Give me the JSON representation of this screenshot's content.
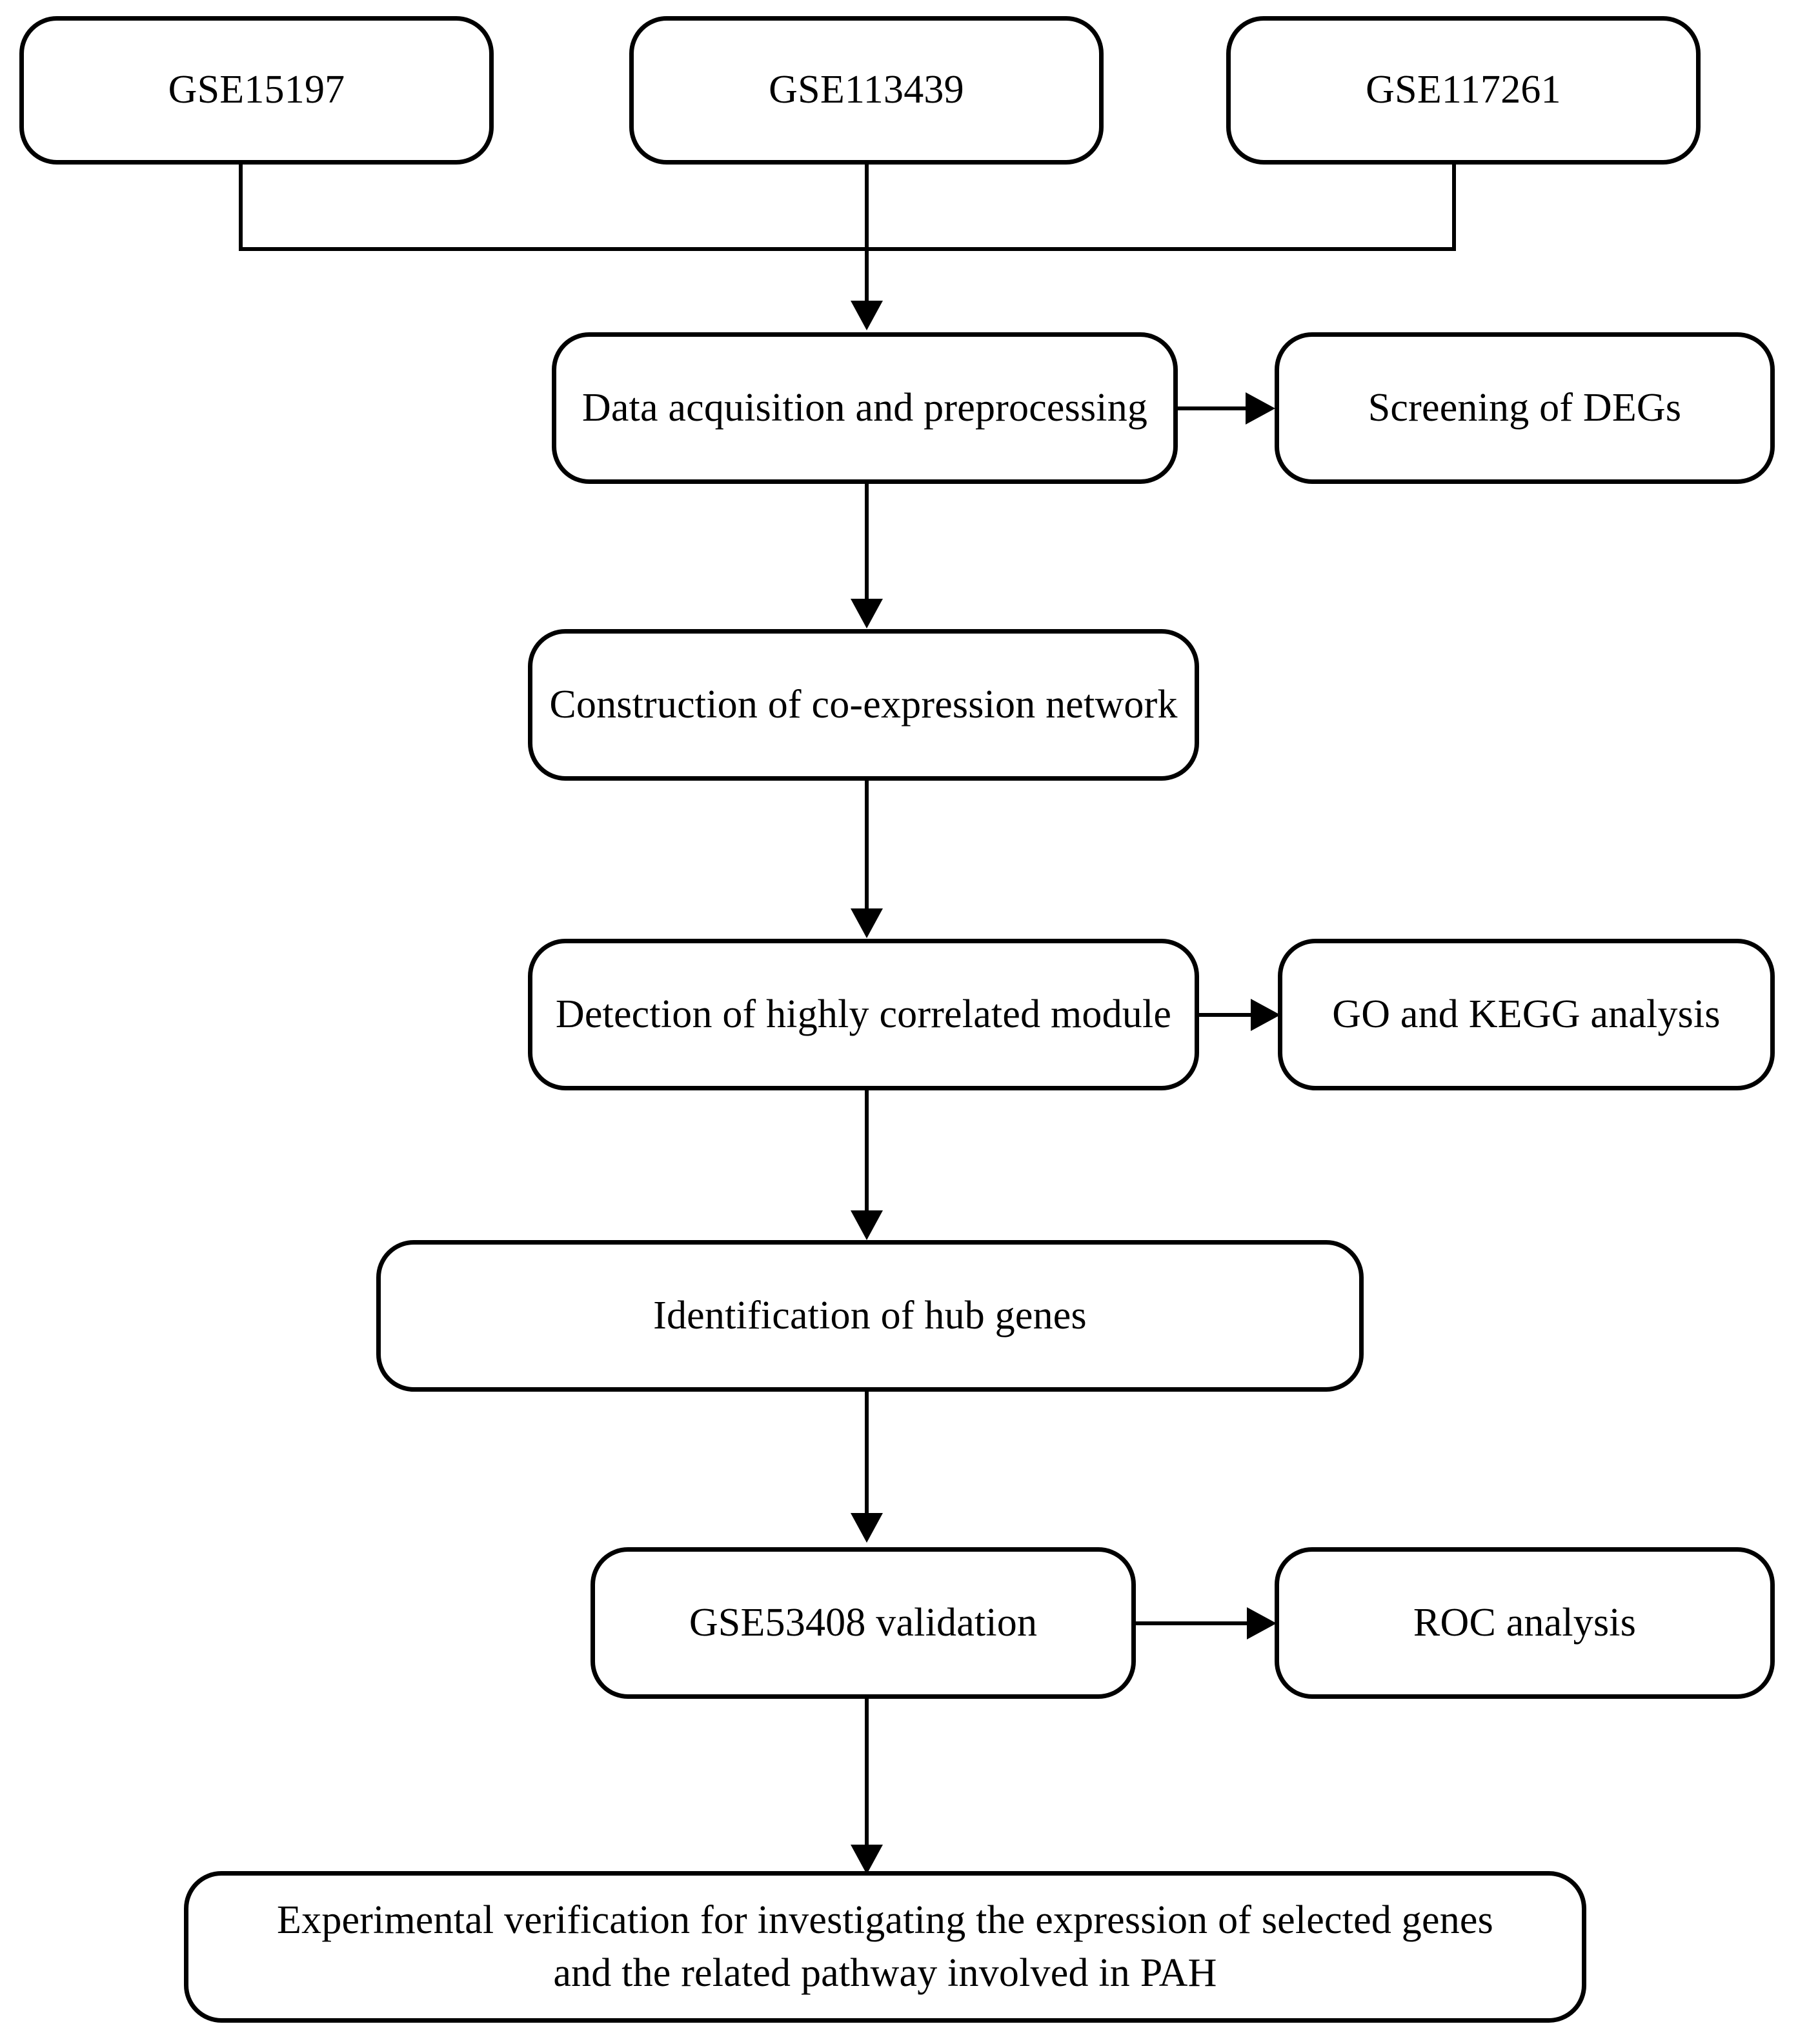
{
  "diagram": {
    "title": "Study workflow flowchart",
    "background_color": "#ffffff",
    "stroke_color": "#000000",
    "nodes": {
      "dataset_1": {
        "label": "GSE15197"
      },
      "dataset_2": {
        "label": "GSE113439"
      },
      "dataset_3": {
        "label": "GSE117261"
      },
      "data_acquisition": {
        "label": "Data acquisition and preprocessing"
      },
      "screening_degs": {
        "label": "Screening of DEGs"
      },
      "coexpression_network": {
        "label": "Construction of co-expression network"
      },
      "module_detection": {
        "label": "Detection of highly correlated module"
      },
      "go_kegg": {
        "label": "GO and KEGG analysis"
      },
      "hub_genes": {
        "label": "Identification of hub genes"
      },
      "validation": {
        "label": "GSE53408 validation"
      },
      "roc_analysis": {
        "label": "ROC analysis"
      },
      "experimental_verification": {
        "label": "Experimental verification for investigating the expression of selected genes\nand the related pathway involved in PAH"
      }
    },
    "edges": [
      {
        "from": "dataset_1",
        "to": "data_acquisition",
        "style": "elbow-merge"
      },
      {
        "from": "dataset_2",
        "to": "data_acquisition",
        "style": "straight-down"
      },
      {
        "from": "dataset_3",
        "to": "data_acquisition",
        "style": "elbow-merge"
      },
      {
        "from": "data_acquisition",
        "to": "screening_degs",
        "style": "right"
      },
      {
        "from": "data_acquisition",
        "to": "coexpression_network",
        "style": "down"
      },
      {
        "from": "coexpression_network",
        "to": "module_detection",
        "style": "down"
      },
      {
        "from": "module_detection",
        "to": "go_kegg",
        "style": "right"
      },
      {
        "from": "module_detection",
        "to": "hub_genes",
        "style": "down"
      },
      {
        "from": "hub_genes",
        "to": "validation",
        "style": "down"
      },
      {
        "from": "validation",
        "to": "roc_analysis",
        "style": "right"
      },
      {
        "from": "validation",
        "to": "experimental_verification",
        "style": "down"
      }
    ]
  }
}
